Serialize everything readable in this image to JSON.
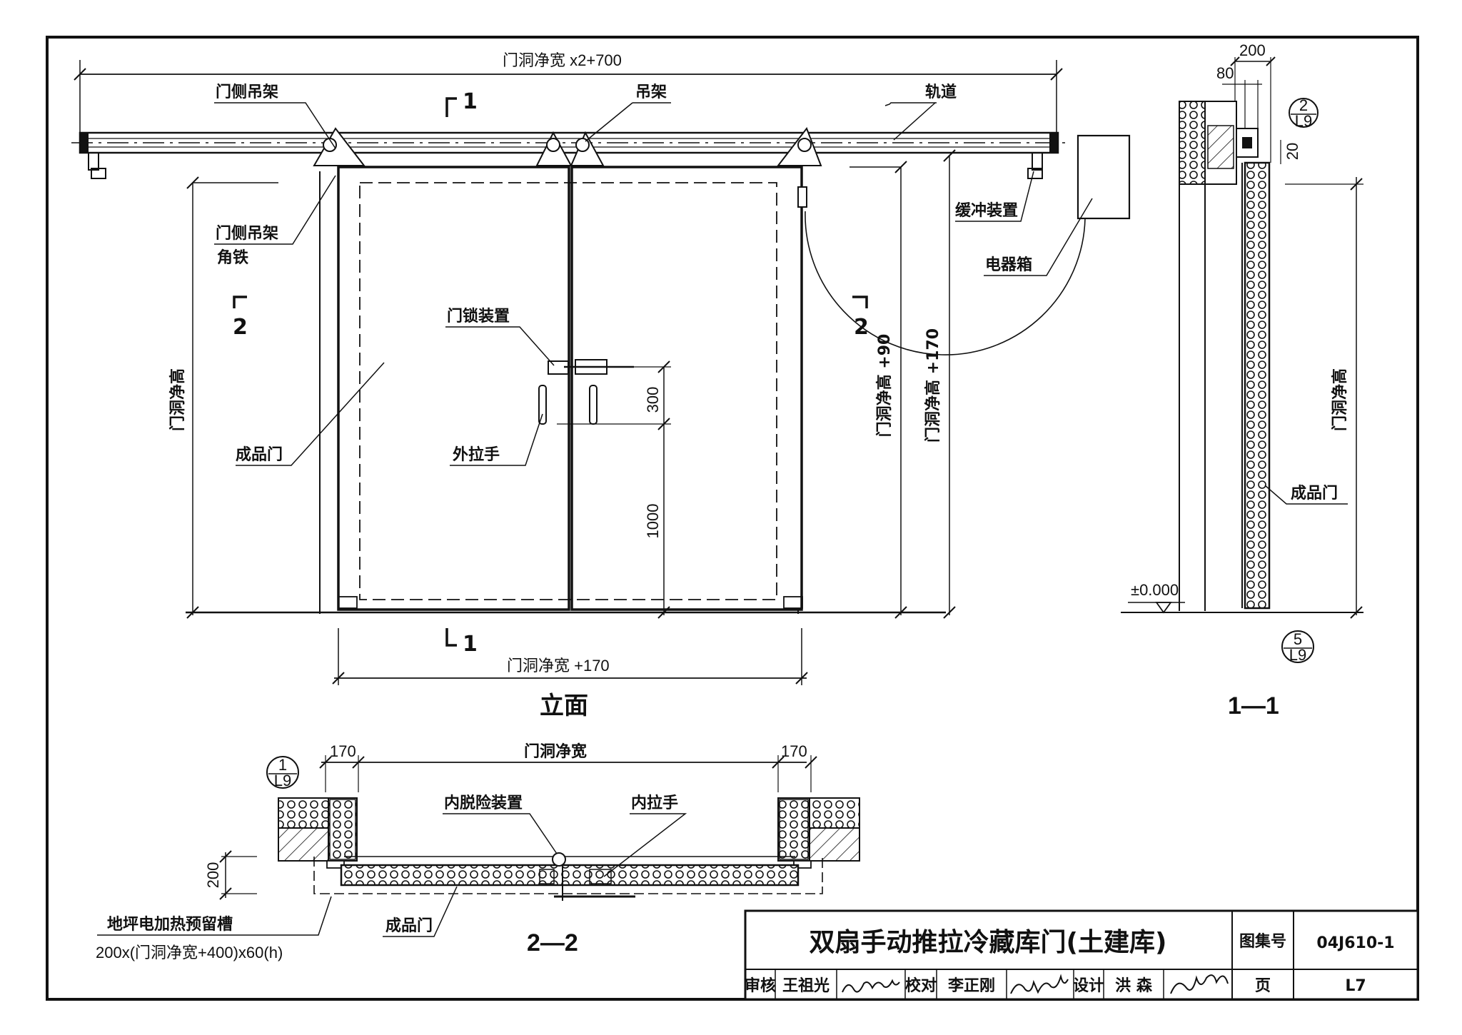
{
  "labels": {
    "door_side_hanger_top": "门侧吊架",
    "hanger": "吊架",
    "track": "轨道",
    "door_side_hanger_angle": "门侧吊架",
    "angle_iron": "角铁",
    "buffer_device": "缓冲装置",
    "electric_box": "电器箱",
    "lock_device": "门锁装置",
    "finished_door": "成品门",
    "outer_handle": "外拉手",
    "inner_release": "内脱险装置",
    "inner_handle": "内拉手",
    "floor_heating": "地坪电加热预留槽",
    "floor_heating_dim": "200x(门洞净宽+400)x60(h)",
    "finished_door_section": "成品门",
    "finished_door_plan": "成品门"
  },
  "dimensions": {
    "top_width": "门洞净宽 x2+700",
    "bottom_width": "门洞净宽 +170",
    "opening_height_left": "门洞净高",
    "height_plus_90": "门洞净高 +90",
    "height_plus_170": "门洞净高 +170",
    "d300": "300",
    "d1000": "1000",
    "d200_top": "200",
    "d80": "80",
    "d20": "20",
    "level": "±0.000",
    "section_height": "门洞净高",
    "plan_170_left": "170",
    "plan_opening": "门洞净宽",
    "plan_170_right": "170",
    "plan_200": "200"
  },
  "section_marks": {
    "s1_top": "1",
    "s1_bottom": "1",
    "s2_left": "2",
    "s2_right": "2"
  },
  "detail_refs": {
    "ref_top": {
      "num": "2",
      "sheet": "L9"
    },
    "ref_bottom": {
      "num": "5",
      "sheet": "L9"
    },
    "ref_plan": {
      "num": "1",
      "sheet": "L9"
    }
  },
  "view_titles": {
    "elevation": "立面",
    "section_1": "1—1",
    "section_2": "2—2"
  },
  "title_block": {
    "title": "双扇手动推拉冷藏库门(土建库)",
    "atlas_label": "图集号",
    "atlas_number": "04J610-1",
    "review_label": "审核",
    "reviewer": "王祖光",
    "check_label": "校对",
    "checker": "李正刚",
    "design_label": "设计",
    "designer": "洪  森",
    "page_label": "页",
    "page_number": "L7"
  }
}
